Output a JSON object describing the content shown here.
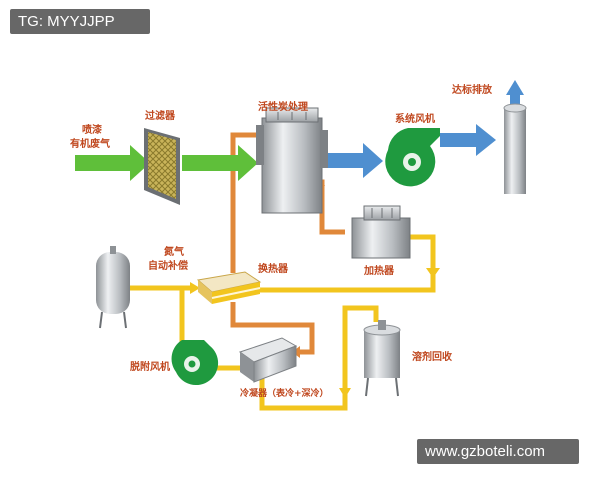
{
  "watermarks": {
    "top_left": "TG: MYYJJPP",
    "bottom_right": "www.gzboteli.com"
  },
  "labels": {
    "inlet_line1": "喷漆",
    "inlet_line2": "有机废气",
    "filter": "过滤器",
    "carbon": "活性炭处理",
    "fan": "系统风机",
    "exhaust": "达标排放",
    "nitrogen_line1": "氮气",
    "nitrogen_line2": "自动补偿",
    "heat_exchanger": "换热器",
    "heater": "加热器",
    "desorption_fan": "脱附风机",
    "condenser": "冷凝器（表冷+深冷）",
    "solvent_recovery": "溶剂回收"
  },
  "colors": {
    "green_flow": "#5fbf3a",
    "blue_flow": "#4f8fd0",
    "orange_flow": "#e0883a",
    "yellow_flow": "#f2c51e",
    "fan_green": "#1f9a3f",
    "label_orange": "#c0481f"
  }
}
